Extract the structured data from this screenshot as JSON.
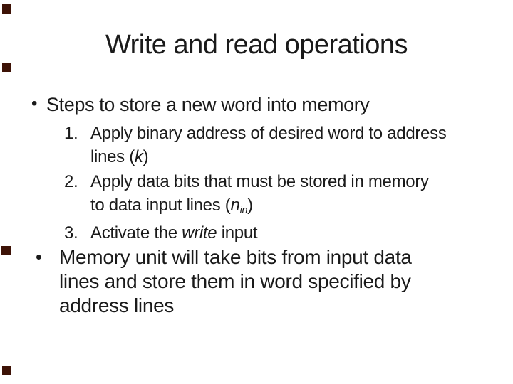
{
  "slide": {
    "background_color": "#ffffff",
    "text_color": "#1a1a1a",
    "decor_square_color": "#3d1206",
    "title": "Write and read operations",
    "bullet_marker": "•",
    "intro_bullet": {
      "text": "Steps to store a new word into memory"
    },
    "steps": [
      {
        "number": "1.",
        "line1": {
          "seg1": "Apply binary address of desired word to address"
        },
        "line2": {
          "seg1": "lines (",
          "seg2_italic": "k",
          "seg3": ")"
        }
      },
      {
        "number": "2.",
        "line1": {
          "seg1": "Apply data bits that must be stored in memory"
        },
        "line2": {
          "seg1": "to data input lines (",
          "seg2_italic": "n",
          "seg3_italic_sub": "in",
          "seg4": ")"
        }
      },
      {
        "number": "3.",
        "line1": {
          "seg1": "Activate the ",
          "seg2_italic": "write",
          "seg3": " input"
        }
      }
    ],
    "closing_bullet": {
      "line1": "Memory unit will take bits from input data",
      "line2": "lines and store them in word specified by",
      "line3": "address lines"
    }
  }
}
